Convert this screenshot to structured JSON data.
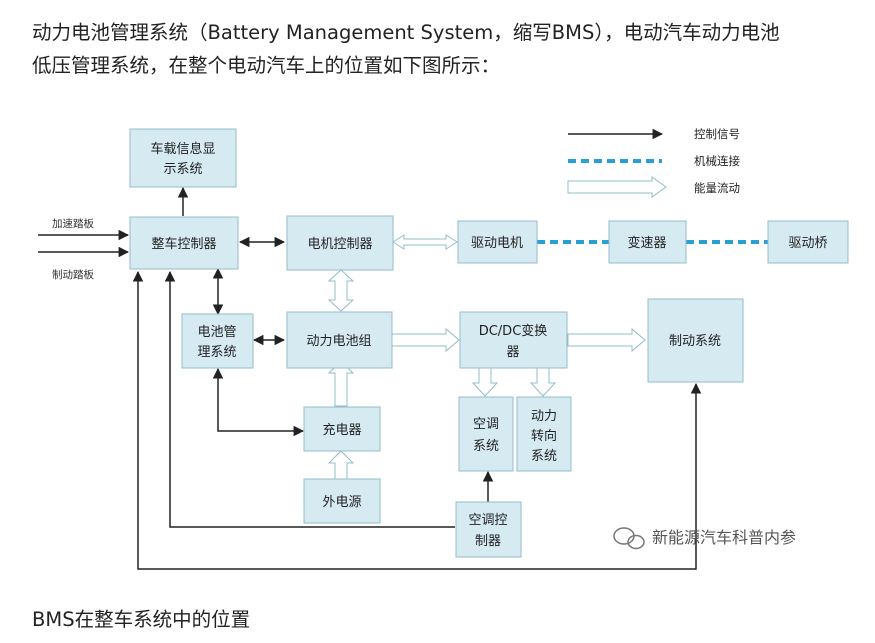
{
  "article": {
    "paragraph_line1": "动力电池管理系统（Battery Management System，缩写BMS），电动汽车动力电池",
    "paragraph_line2": "低压管理系统，在整个电动汽车上的位置如下图所示：",
    "caption": "BMS在整车系统中的位置"
  },
  "diagram": {
    "legend": {
      "control_signal": "控制信号",
      "mechanical_link": "机械连接",
      "energy_flow": "能量流动"
    },
    "inputs": {
      "accel_pedal": "加速踏板",
      "brake_pedal": "制动踏板"
    },
    "boxes": {
      "display_l1": "车载信息显",
      "display_l2": "示系统",
      "vcu": "整车控制器",
      "motor_ctrl": "电机控制器",
      "drive_motor": "驱动电机",
      "gearbox": "变速器",
      "drive_axle": "驱动桥",
      "bms_l1": "电池管",
      "bms_l2": "理系统",
      "battery": "动力电池组",
      "dcdc_l1": "DC/DC变换",
      "dcdc_l2": "器",
      "brake_sys": "制动系统",
      "ac_l1": "空调",
      "ac_l2": "系统",
      "steer_l1": "动力",
      "steer_l2": "转向",
      "steer_l3": "系统",
      "charger": "充电器",
      "ext_power": "外电源",
      "ac_ctrl_l1": "空调控",
      "ac_ctrl_l2": "制器"
    },
    "watermark": "新能源汽车科普内参",
    "colors": {
      "box_fill": "#d6eaf1",
      "box_stroke": "#93bccb",
      "mechanical": "#2a9fd6",
      "signal": "#222222"
    }
  }
}
